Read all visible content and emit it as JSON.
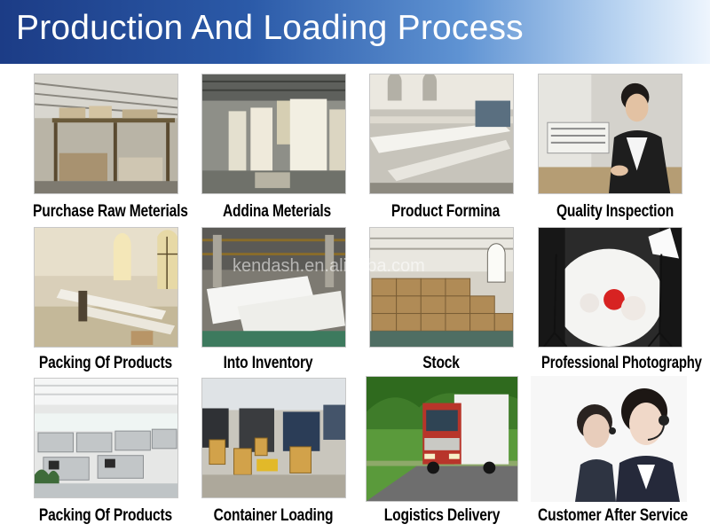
{
  "header": {
    "title": "Production And Loading Process"
  },
  "watermark": "kendash.en.alibaba.com",
  "steps": [
    {
      "caption": "Purchase Raw Meterials",
      "photo_icon": "warehouse-racks-icon"
    },
    {
      "caption": "Addina Meterials",
      "photo_icon": "mixing-machines-icon"
    },
    {
      "caption": "Product Formina",
      "photo_icon": "extrusion-line-icon"
    },
    {
      "caption": "Quality Inspection",
      "photo_icon": "inspector-icon"
    },
    {
      "caption": "Packing Of Products",
      "photo_icon": "packing-hall-icon"
    },
    {
      "caption": "Into Inventory",
      "photo_icon": "wrapped-profiles-icon"
    },
    {
      "caption": "Stock",
      "photo_icon": "carton-stock-icon"
    },
    {
      "caption": "Professional Photography",
      "photo_icon": "photo-studio-icon"
    },
    {
      "caption": "Packing Of Products",
      "photo_icon": "office-desks-icon"
    },
    {
      "caption": "Container Loading",
      "photo_icon": "container-yard-icon"
    },
    {
      "caption": "Logistics Delivery",
      "photo_icon": "truck-icon"
    },
    {
      "caption": "Customer After Service",
      "photo_icon": "headset-agents-icon"
    }
  ],
  "colors": {
    "banner_dark": "#1c3c86",
    "banner_light": "#eef5fd",
    "caption": "#000000"
  }
}
